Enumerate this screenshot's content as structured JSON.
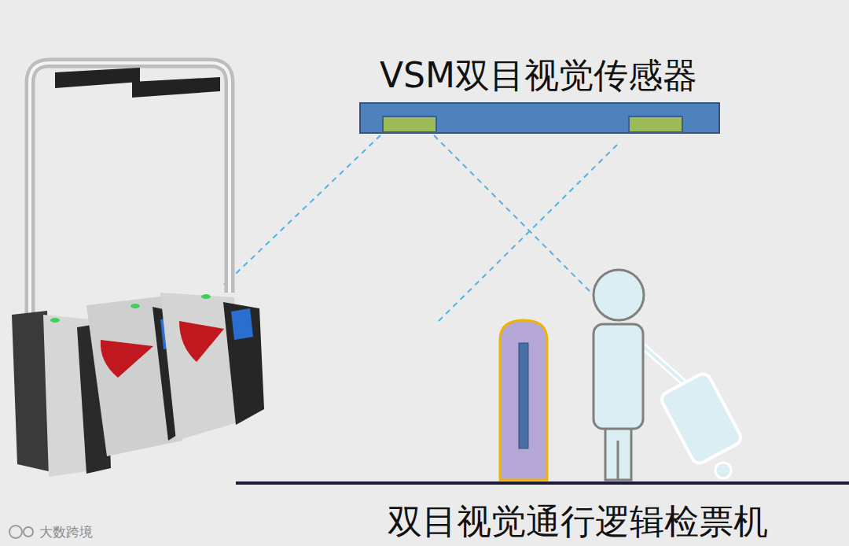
{
  "diagram": {
    "caption": "双目视觉通行逻辑检票机",
    "nodes": [
      {
        "text": [
          "VSM双目视觉传感器"
        ]
      }
    ],
    "labels": [
      "大数跨境"
    ]
  }
}
